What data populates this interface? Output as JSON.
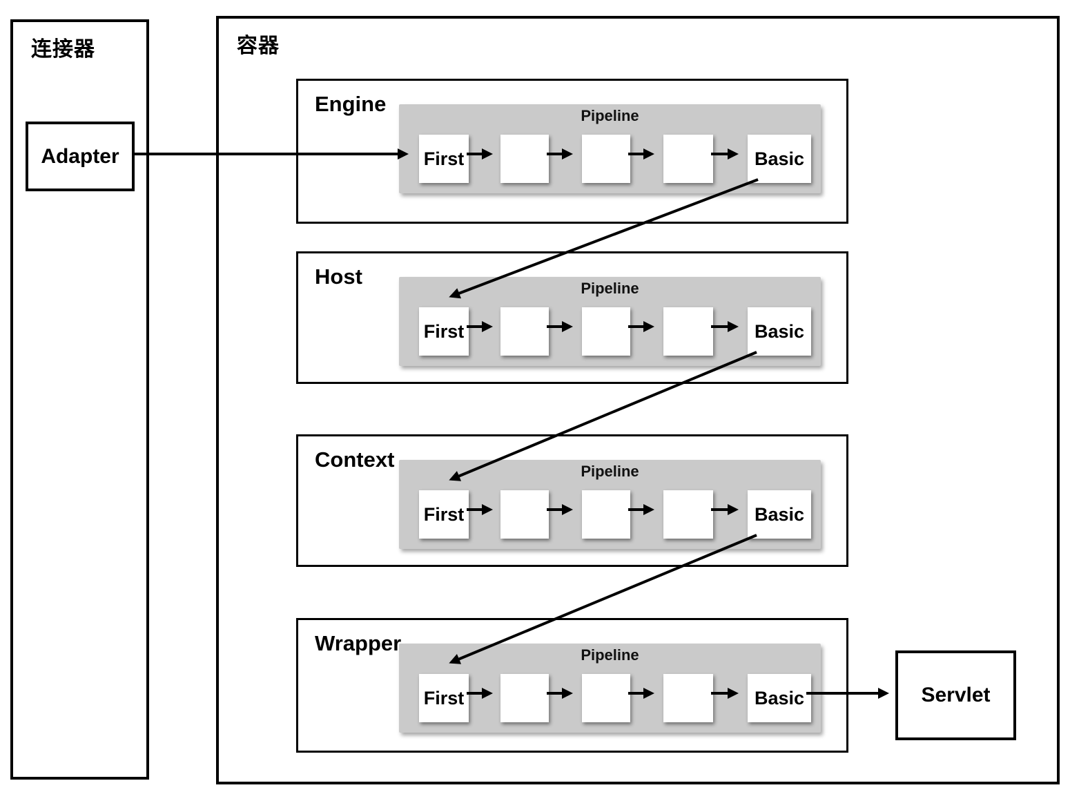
{
  "connector": {
    "label": "连接器",
    "adapter_label": "Adapter"
  },
  "container": {
    "label": "容器",
    "servlet_label": "Servlet",
    "sections": [
      {
        "label": "Engine",
        "pipeline_title": "Pipeline",
        "first_valve": "First",
        "basic_valve": "Basic"
      },
      {
        "label": "Host",
        "pipeline_title": "Pipeline",
        "first_valve": "First",
        "basic_valve": "Basic"
      },
      {
        "label": "Context",
        "pipeline_title": "Pipeline",
        "first_valve": "First",
        "basic_valve": "Basic"
      },
      {
        "label": "Wrapper",
        "pipeline_title": "Pipeline",
        "first_valve": "First",
        "basic_valve": "Basic"
      }
    ]
  },
  "colors": {
    "pipeline_fill": "#cacaca",
    "line": "#000000",
    "box_background": "#ffffff"
  }
}
